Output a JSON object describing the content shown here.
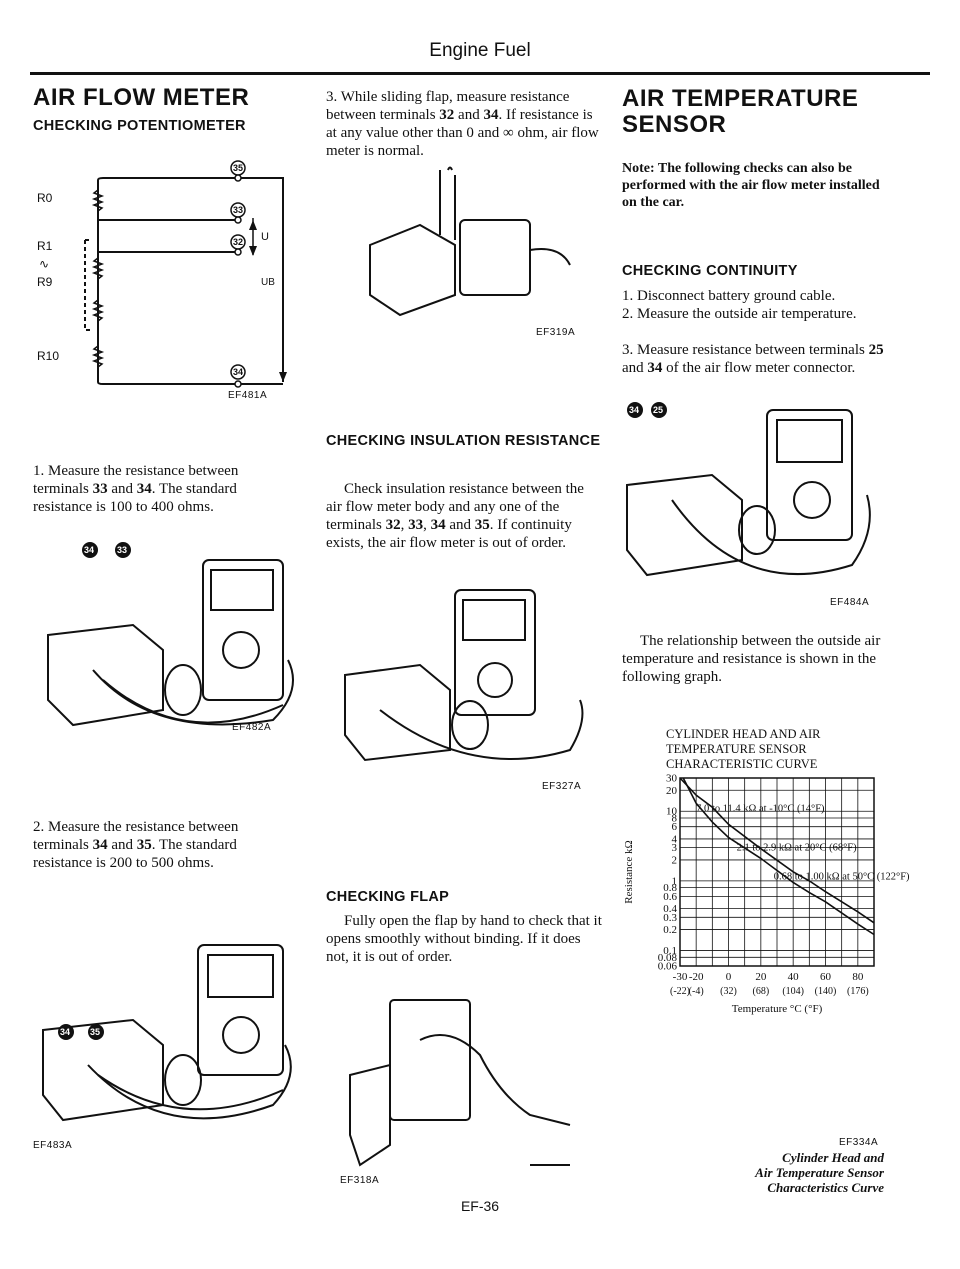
{
  "header": {
    "section": "Engine Fuel",
    "page": "EF-36"
  },
  "col1": {
    "title": "AIR FLOW METER",
    "subtitle": "CHECKING POTENTIOMETER",
    "circuit": {
      "t35": "35",
      "t33": "33",
      "t32": "32",
      "t34": "34",
      "r0": "R0",
      "r1": "R1",
      "s": "∿",
      "r9": "R9",
      "r10": "R10",
      "u": "U",
      "ub": "UB"
    },
    "fig1": "EF481A",
    "step1": "1.  Measure the resistance between terminals ©© 33 and 34 . The standard resistance is 100 to 400 ohms.",
    "step1_parts": {
      "a": "1.  Measure the resistance between terminals ",
      "b": " and ",
      "c": ". The standard resistance is 100 to 400 ohms."
    },
    "fig2_terms": [
      "34",
      "33"
    ],
    "fig2": "EF482A",
    "step2_parts": {
      "a": "2.  Measure the resistance between terminals ",
      "b": " and ",
      "c": ". The standard resistance is 200 to 500 ohms."
    },
    "fig3_terms": [
      "34",
      "35"
    ],
    "fig3": "EF483A"
  },
  "col2": {
    "step3_parts": {
      "a": "3.  While sliding flap, measure resistance between terminals ",
      "b": " and ",
      "c": ". If resistance is at any value other than 0 and ∞ ohm, air flow meter is normal."
    },
    "fig1": "EF319A",
    "h_insul": "CHECKING INSULATION RESISTANCE",
    "insul_parts": {
      "a": "Check insulation resistance between the air flow meter body and any one of the terminals ",
      "b": ", ",
      "c": ", ",
      "d": " and ",
      "e": ". If continuity exists, the air flow meter is out of order."
    },
    "fig2": "EF327A",
    "h_flap": "CHECKING FLAP",
    "flap": "Fully open the flap by hand to check that it opens smoothly without binding. If it does not, it is out of order.",
    "fig3": "EF318A"
  },
  "col3": {
    "title": "AIR TEMPERATURE SENSOR",
    "note_lead": "Note:",
    "note_body": "The following checks can also be performed with the air flow meter installed on the car.",
    "h_cont": "CHECKING CONTINUITY",
    "steps": [
      "1.  Disconnect battery ground cable.",
      "2.  Measure the outside air temperature."
    ],
    "step3_parts": {
      "a": "3.  Measure resistance between terminals ",
      "b": " and ",
      "c": " of the air flow meter connector."
    },
    "fig_terms": [
      "34",
      "25"
    ],
    "fig1": "EF484A",
    "relation": "The relationship between the outside air temperature and resistance is shown in the following graph.",
    "fig2": "EF334A",
    "caption": [
      "Cylinder Head and",
      "Air Temperature Sensor",
      "Characteristics Curve"
    ]
  },
  "terms": {
    "t32": "32",
    "t33": "33",
    "t34": "34",
    "t35": "35",
    "t25": "25"
  },
  "chart_data": {
    "type": "line",
    "title": "CYLINDER HEAD AND AIR TEMPERATURE SENSOR CHARACTERISTIC CURVE",
    "xlabel": "Temperature °C (°F)",
    "ylabel": "Resistance kΩ",
    "x_ticks": [
      "-30",
      "-20",
      "0",
      "20",
      "40",
      "60",
      "80"
    ],
    "x_ticks_f": [
      "(-22)",
      "(-4)",
      "(32)",
      "(68)",
      "(104)",
      "(140)",
      "(176)"
    ],
    "y_ticks": [
      "30",
      "20",
      "10",
      "8",
      "6",
      "4",
      "3",
      "2",
      "1",
      "0.8",
      "0.6",
      "0.4",
      "0.3",
      "0.2",
      "0.1",
      "0.08",
      "0.06"
    ],
    "y_scale": "log",
    "xlim": [
      -30,
      90
    ],
    "ylim": [
      0.06,
      30
    ],
    "series": [
      {
        "x": [
          -30,
          -20,
          -10,
          0,
          20,
          40,
          50,
          60,
          80,
          90
        ],
        "values": [
          30.0,
          17.0,
          11.4,
          6.5,
          2.9,
          1.35,
          1.0,
          0.7,
          0.36,
          0.25
        ]
      },
      {
        "x": [
          -28,
          -20,
          -10,
          0,
          20,
          40,
          50,
          60,
          80,
          90
        ],
        "values": [
          30.0,
          13.0,
          7.0,
          4.2,
          2.1,
          0.95,
          0.68,
          0.5,
          0.24,
          0.17
        ]
      }
    ],
    "annotations": [
      "7.0 to 11.4 kΩ at -10°C (14°F)",
      "2.1 to 2.9 kΩ at 20°C (68°F)",
      "0.68 to 1.00 kΩ at 50°C (122°F)"
    ],
    "grid": true
  }
}
